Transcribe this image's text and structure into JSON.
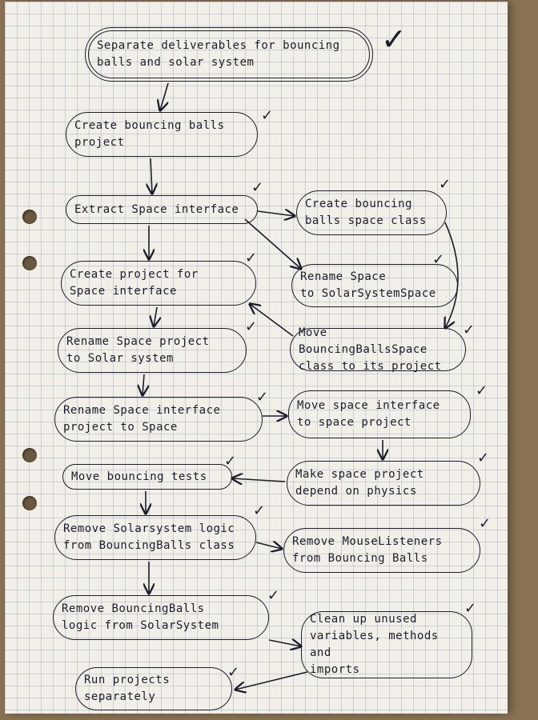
{
  "nodes": [
    {
      "id": "n1",
      "label": "Separate deliverables for bouncing\nballs and solar system"
    },
    {
      "id": "n2",
      "label": "Create bouncing balls\nproject"
    },
    {
      "id": "n3",
      "label": "Extract Space interface"
    },
    {
      "id": "n4",
      "label": "Create bouncing\nballs space class"
    },
    {
      "id": "n5",
      "label": "Create project for\nSpace interface"
    },
    {
      "id": "n6",
      "label": "Rename Space\nto SolarSystemSpace"
    },
    {
      "id": "n7",
      "label": "Rename Space project\nto Solar system"
    },
    {
      "id": "n8",
      "label": "Move BouncingBallsSpace\nclass to its project"
    },
    {
      "id": "n9",
      "label": "Rename Space interface\nproject to Space"
    },
    {
      "id": "n10",
      "label": "Move space interface\nto space project"
    },
    {
      "id": "n11",
      "label": "Move bouncing tests"
    },
    {
      "id": "n12",
      "label": "Make space project\ndepend on physics"
    },
    {
      "id": "n13",
      "label": "Remove Solarsystem logic\nfrom BouncingBalls class"
    },
    {
      "id": "n14",
      "label": "Remove MouseListeners\nfrom Bouncing Balls"
    },
    {
      "id": "n15",
      "label": "Remove BouncingBalls\nlogic from SolarSystem"
    },
    {
      "id": "n16",
      "label": "Clean up unused\nvariables, methods and\nimports"
    },
    {
      "id": "n17",
      "label": "Run projects\nseparately"
    }
  ],
  "edges": [
    [
      "n1",
      "n2"
    ],
    [
      "n2",
      "n3"
    ],
    [
      "n3",
      "n4"
    ],
    [
      "n3",
      "n5"
    ],
    [
      "n3",
      "n6"
    ],
    [
      "n4",
      "n8"
    ],
    [
      "n8",
      "n5"
    ],
    [
      "n5",
      "n7"
    ],
    [
      "n7",
      "n9"
    ],
    [
      "n9",
      "n10"
    ],
    [
      "n10",
      "n12"
    ],
    [
      "n12",
      "n11"
    ],
    [
      "n11",
      "n13"
    ],
    [
      "n13",
      "n14"
    ],
    [
      "n13",
      "n15"
    ],
    [
      "n15",
      "n16"
    ],
    [
      "n16",
      "n17"
    ]
  ],
  "checkmark": "✓",
  "ink_color": "#1c1c2a",
  "paper_color": "#f1efe8"
}
